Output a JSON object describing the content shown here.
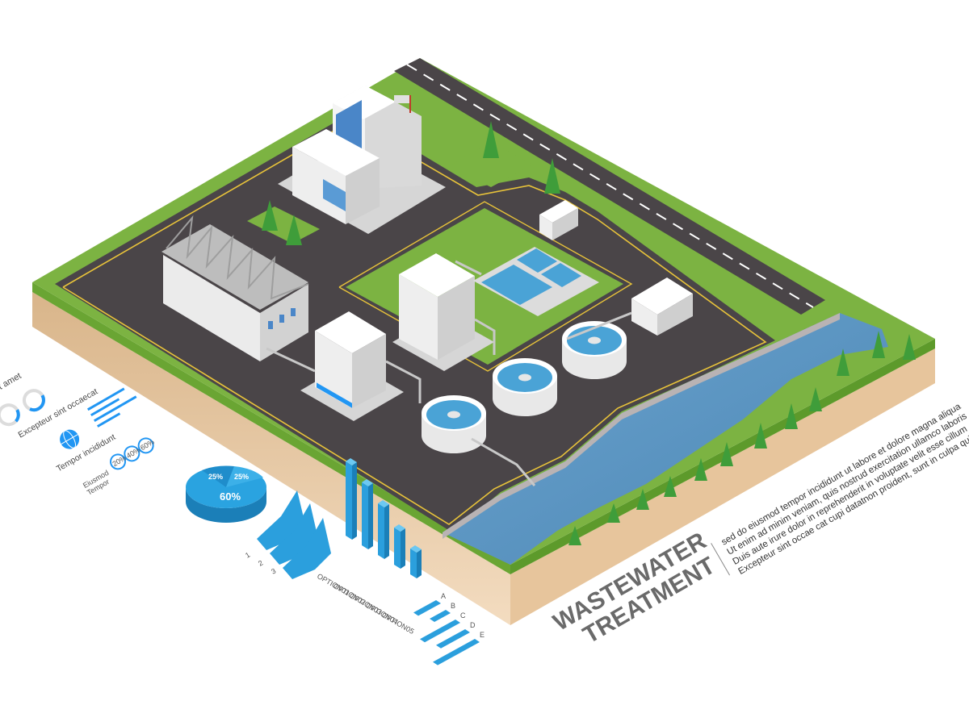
{
  "title": {
    "line1": "WASTEWATER",
    "line2": "TREATMENT"
  },
  "paragraph": [
    "sed do eiusmod tempor incididunt ut labore et dolore magna aliqua",
    "Ut enim ad minim veniam, quis nostrud exercitation ullamco laboris",
    "Duis aute irure dolor in reprehenderit in voluptate velit esse cillum",
    "Excepteur sint occae  cat cupi datatnon proident, sunt in culpa qui"
  ],
  "infographic": {
    "heading1": "r sit amet",
    "heading2": "Excepteur sint occaecat",
    "heading3": "Tempor incididunt",
    "ring_labels": [
      "20%",
      "40%",
      "60%"
    ],
    "legend": [
      "Eiusmod",
      "Tempor"
    ]
  },
  "pie": {
    "labels": [
      "25%",
      "25%",
      "60%"
    ],
    "colors": [
      "#2aa3e0",
      "#1f8dcb",
      "#5cc0ee"
    ]
  },
  "numbered_charts": {
    "labels": [
      "1",
      "2",
      "3"
    ]
  },
  "options_chart": {
    "labels": [
      "OPTION01",
      "OPTION02",
      "OPTION03",
      "OPTION04",
      "OPTION05"
    ],
    "color": "#2b9fdd"
  },
  "letter_chart": {
    "labels": [
      "A",
      "B",
      "C",
      "D",
      "E"
    ],
    "color": "#2b9fdd"
  },
  "colors": {
    "grass": "#7cb342",
    "asphalt": "#4a4548",
    "water": "#5b94bf",
    "soil": "#e9c9a1",
    "accent": "#2196f3"
  }
}
